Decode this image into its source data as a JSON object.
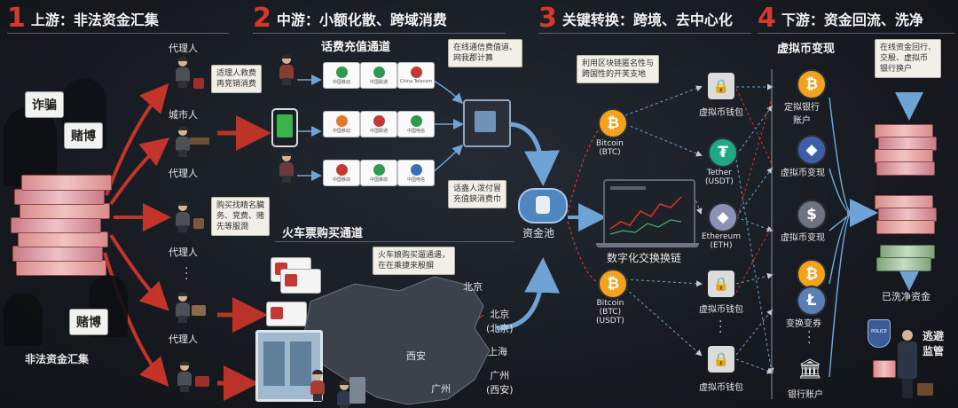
{
  "headers": [
    {
      "num": "1",
      "title": "上游：非法资金汇集"
    },
    {
      "num": "2",
      "title": "中游：小额化散、跨域消费"
    },
    {
      "num": "3",
      "title": "关键转换：跨境、去中心化"
    },
    {
      "num": "4",
      "title": "下游：资金回流、洗净"
    }
  ],
  "upstream": {
    "source_tags": [
      "诈骗",
      "赌博",
      "赌博"
    ],
    "pool_label": "非法资金汇集",
    "agents": [
      "代理人",
      "城市人",
      "代理人",
      "代理人",
      "代理人"
    ],
    "notes": [
      "适理人救费\n再竞销消费",
      "购买找睛名臓\n务、竞费、赌\n先等服澗"
    ]
  },
  "midstream": {
    "phone_channel_title": "话费充值通道",
    "phone_notes": [
      "在线通信费值道、\n网我郡计算",
      "话盎人泼付冒\n充值鋏消费巾"
    ],
    "carriers": [
      "中国移动",
      "中国联通",
      "China Telecom",
      "中国移动",
      "中国联通",
      "中国电信",
      "中国移动",
      "中国移动",
      "中国电信"
    ],
    "train_channel_title": "火车票购买通道",
    "train_note": "火车娘购买遛通遇，\n在在乘捷来殷摒",
    "cities": [
      "北京",
      "北京\n(北京)",
      "上海",
      "西安",
      "广州\n(西安)",
      "广州"
    ],
    "pool_label": "资金池"
  },
  "key_conversion": {
    "note": "利用区块链匿名性与\n跨国性的开芙支地",
    "exchange_label": "数字化交换换链",
    "coins": [
      {
        "symbol": "₿",
        "label": "Bitcoin\n(BTC)",
        "color": "#f2a21d"
      },
      {
        "symbol": "₮",
        "label": "Tether\n(USDT)",
        "color": "#1fa882"
      },
      {
        "symbol": "◆",
        "label": "Ethereum\n(ETH)",
        "color": "#8a93b5"
      },
      {
        "symbol": "₿",
        "label": "Bitcoin\n(BTC)\n(USDT)",
        "color": "#f2a21d"
      }
    ],
    "wallets": [
      "虚拟币钱包",
      "虚拟币钱包",
      "虚拟币钱包"
    ]
  },
  "downstream": {
    "title": "虚拟币变现",
    "note": "在线资金回行、\n交殷、虚拟币\n银行换户",
    "steps": [
      "定拟银行\n账户",
      "虚拟币变现",
      "虚拟币变现",
      "变换变券",
      "银行账户"
    ],
    "step_icons": [
      {
        "symbol": "₿",
        "color": "#f2a21d"
      },
      {
        "symbol": "◆",
        "color": "#3e5fa8"
      },
      {
        "symbol": "$",
        "color": "#6c7480"
      },
      {
        "symbol": "₿",
        "color": "#f2a21d"
      },
      {
        "symbol": "Ł",
        "color": "#5a7fb5"
      },
      {
        "symbol": "🏛",
        "color": "#e9e9e9"
      }
    ],
    "clean_label": "已洗净资金",
    "escape_label": "逃避\n监管",
    "badge_text": "POLICE"
  },
  "colors": {
    "accent_red": "#d8372b",
    "flow_blue": "#6fa3d6",
    "dark_bg": "#15191f"
  }
}
